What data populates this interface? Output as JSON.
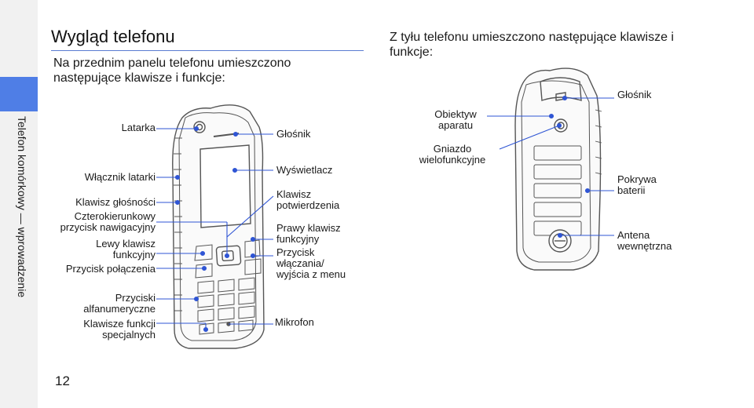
{
  "page": {
    "section_label": "Telefon komórkowy — wprowadzenie",
    "page_number": "12",
    "title": "Wygląd telefonu",
    "intro_front": "Na przednim panelu telefonu umieszczono następujące klawisze i funkcje:",
    "intro_back": "Z tyłu telefonu umieszczono następujące klawisze i funkcje:"
  },
  "colors": {
    "accent": "#4f7ee6",
    "leader": "#2f55d4",
    "phone_outline": "#555555"
  },
  "front_labels_left": {
    "flashlight": "Latarka",
    "flashlight_switch": "Włącznik latarki",
    "volume_key": "Klawisz głośności",
    "nav_key": [
      "Czterokierunkowy",
      "przycisk nawigacyjny"
    ],
    "left_soft_key": [
      "Lewy klawisz",
      "funkcyjny"
    ],
    "dial_key": "Przycisk połączenia",
    "alphanumeric_keys": [
      "Przyciski",
      "alfanumeryczne"
    ],
    "special_keys": [
      "Klawisze funkcji",
      "specjalnych"
    ]
  },
  "front_labels_right": {
    "speaker": "Głośnik",
    "display": "Wyświetlacz",
    "confirm_key": [
      "Klawisz",
      "potwierdzenia"
    ],
    "right_soft_key": [
      "Prawy klawisz",
      "funkcyjny"
    ],
    "power_end_key": [
      "Przycisk",
      "włączania/",
      "wyjścia z menu"
    ],
    "microphone": "Mikrofon"
  },
  "back_labels": {
    "camera_lens": [
      "Obiektyw",
      "aparatu"
    ],
    "multifunction_jack": [
      "Gniazdo",
      "wielofunkcyjne"
    ],
    "speaker": "Głośnik",
    "battery_cover": [
      "Pokrywa",
      "baterii"
    ],
    "internal_antenna": [
      "Antena",
      "wewnętrzna"
    ]
  }
}
